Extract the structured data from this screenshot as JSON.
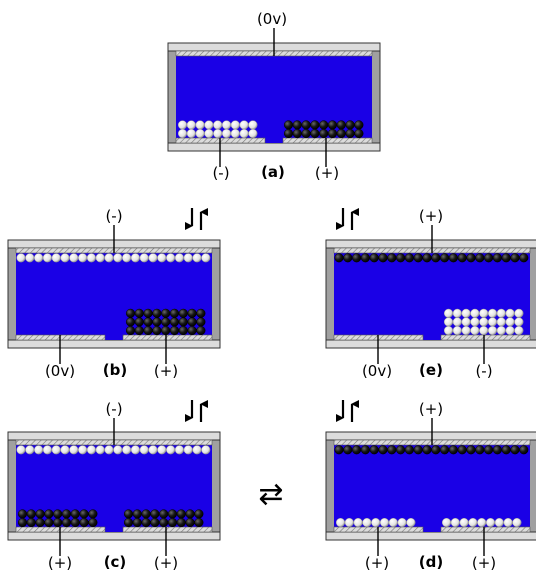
{
  "panels": [
    {
      "id": "a",
      "label": "(a)",
      "top_terminal": "(0v)",
      "bottom_left": "(-)",
      "bottom_right": "(+)",
      "top_particles": "none",
      "bottom_left_particles": "white",
      "bottom_right_particles": "black",
      "arrows": "none"
    },
    {
      "id": "b",
      "label": "(b)",
      "top_terminal": "(-)",
      "bottom_left": "(0v)",
      "bottom_right": "(+)",
      "top_particles": "white",
      "bottom_left_particles": "none",
      "bottom_right_particles": "black",
      "arrows": "down-up"
    },
    {
      "id": "e",
      "label": "(e)",
      "top_terminal": "(+)",
      "bottom_left": "(0v)",
      "bottom_right": "(-)",
      "top_particles": "black",
      "bottom_left_particles": "none",
      "bottom_right_particles": "white",
      "arrows": "down-up"
    },
    {
      "id": "c",
      "label": "(c)",
      "top_terminal": "(-)",
      "bottom_left": "(+)",
      "bottom_right": "(+)",
      "top_particles": "white",
      "bottom_left_particles": "black",
      "bottom_right_particles": "black",
      "arrows": "down-up"
    },
    {
      "id": "d",
      "label": "(d)",
      "top_terminal": "(+)",
      "bottom_left": "(+)",
      "bottom_right": "(+)",
      "top_particles": "black",
      "bottom_left_particles": "white",
      "bottom_right_particles": "white",
      "arrows": "down-up"
    }
  ],
  "exchange_symbol": "⇄",
  "colors": {
    "fluid": "#1a00e6",
    "frame": "#a0a0a0",
    "electrode": "#dcdcdc",
    "particle_white": "#f2f2f2",
    "particle_black": "#151515"
  }
}
